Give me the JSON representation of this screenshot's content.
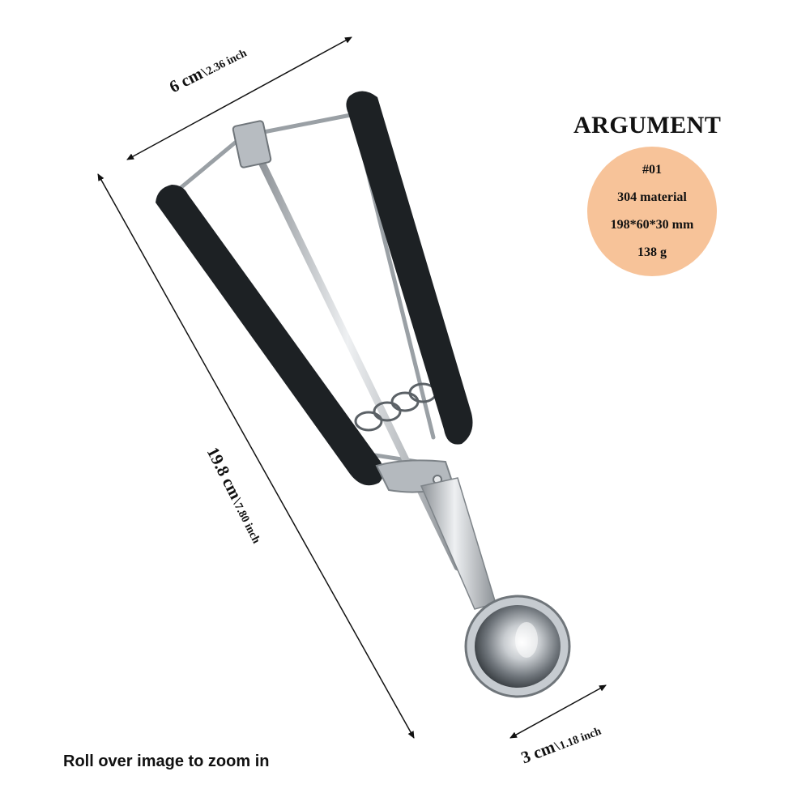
{
  "dimensions": {
    "width_label": {
      "value": "6 cm",
      "separator": "\\",
      "alt": "2.36 inch"
    },
    "length_label": {
      "value": "19.8 cm",
      "separator": "\\",
      "alt": "7.80 inch"
    },
    "scoop_label": {
      "value": "3 cm",
      "separator": "\\",
      "alt": "1.18 inch"
    }
  },
  "spec": {
    "title": "ARGUMENT",
    "items": [
      "#01",
      "304 material",
      "198*60*30 mm",
      "138 g"
    ],
    "circle_color": "#f7c399"
  },
  "product": {
    "handle_color": "#1d2124",
    "metal_color": "#c9cdd1"
  },
  "footer": {
    "zoom_hint": "Roll over image to zoom in"
  }
}
